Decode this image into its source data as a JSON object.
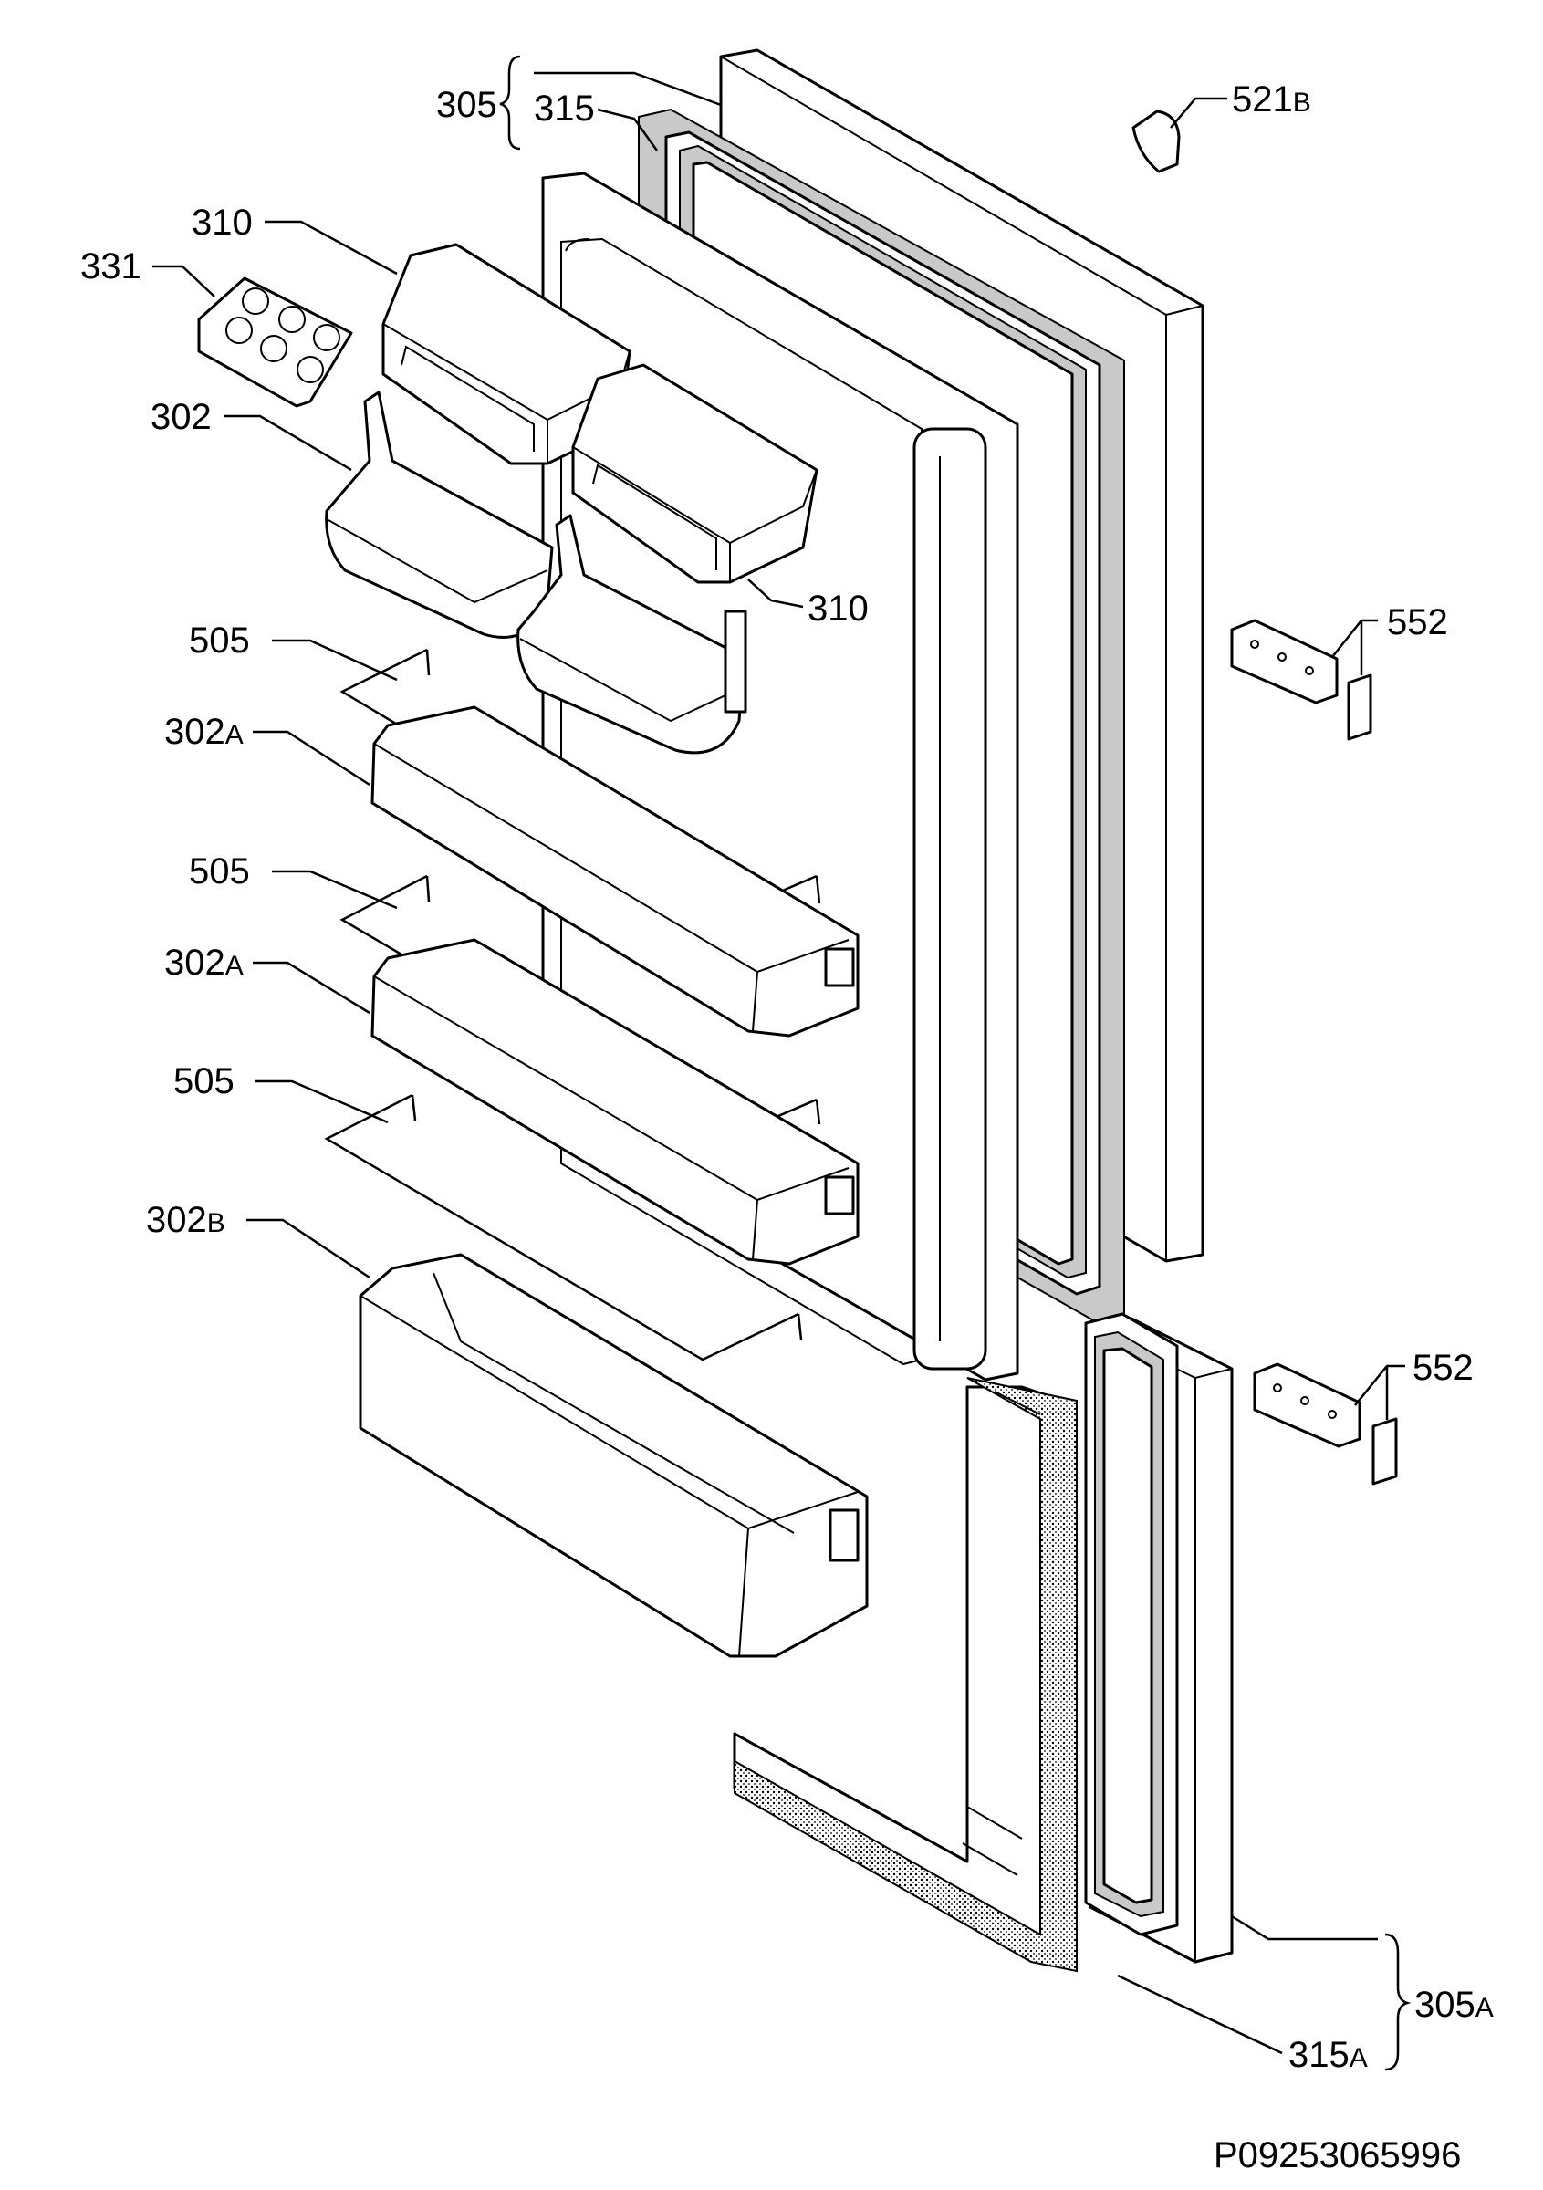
{
  "callouts": {
    "c305": "305",
    "c315": "315",
    "c521b_num": "521",
    "c521b_sfx": "B",
    "c310_top": "310",
    "c331": "331",
    "c302": "302",
    "c310_right": "310",
    "c505_1": "505",
    "c302a_1_num": "302",
    "c302a_1_sfx": "A",
    "c505_2": "505",
    "c302a_2_num": "302",
    "c302a_2_sfx": "A",
    "c505_3": "505",
    "c302b_num": "302",
    "c302b_sfx": "B",
    "c552_top": "552",
    "c552_bottom": "552",
    "c305a_num": "305",
    "c305a_sfx": "A",
    "c315a_num": "315",
    "c315a_sfx": "A"
  },
  "footer": {
    "drawing_number": "P09253065996"
  }
}
